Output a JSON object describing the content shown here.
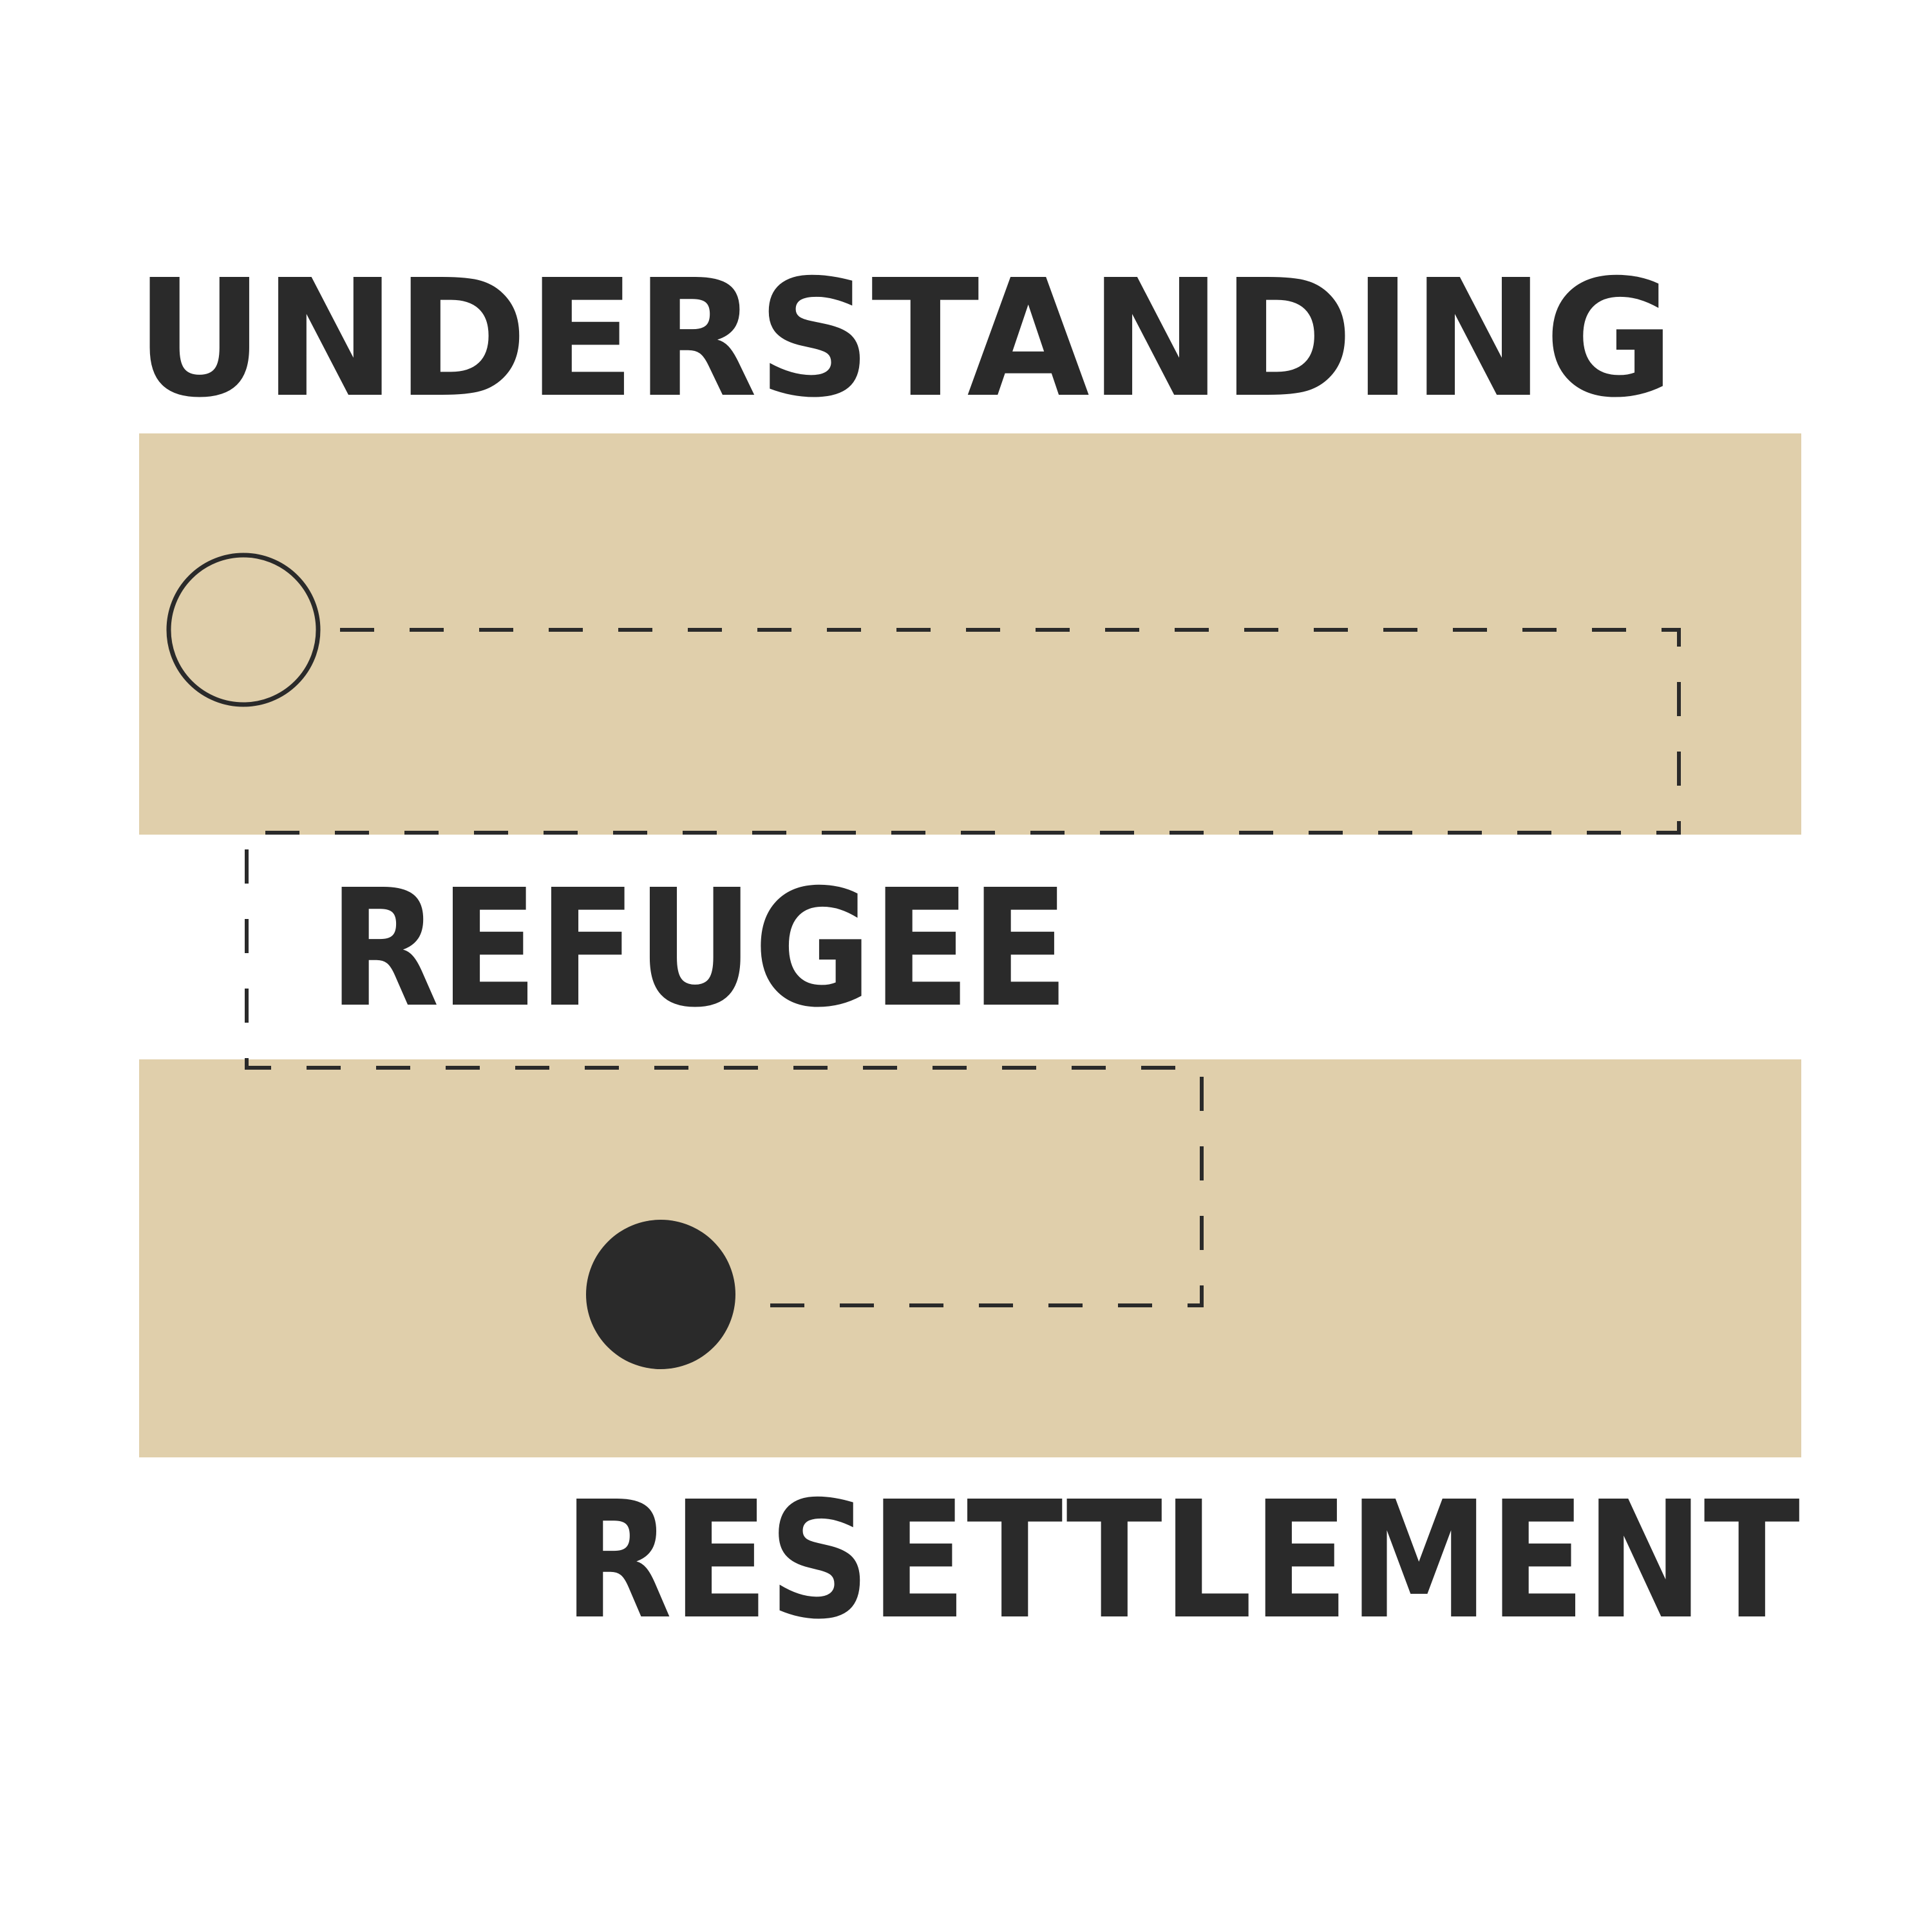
{
  "title": {
    "line1": "UNDERSTANDING",
    "line2": "REFUGEE",
    "line3": "RESETTLEMENT"
  },
  "colors": {
    "background": "#ffffff",
    "band": "#e0cfab",
    "ink": "#2a2a2a"
  }
}
